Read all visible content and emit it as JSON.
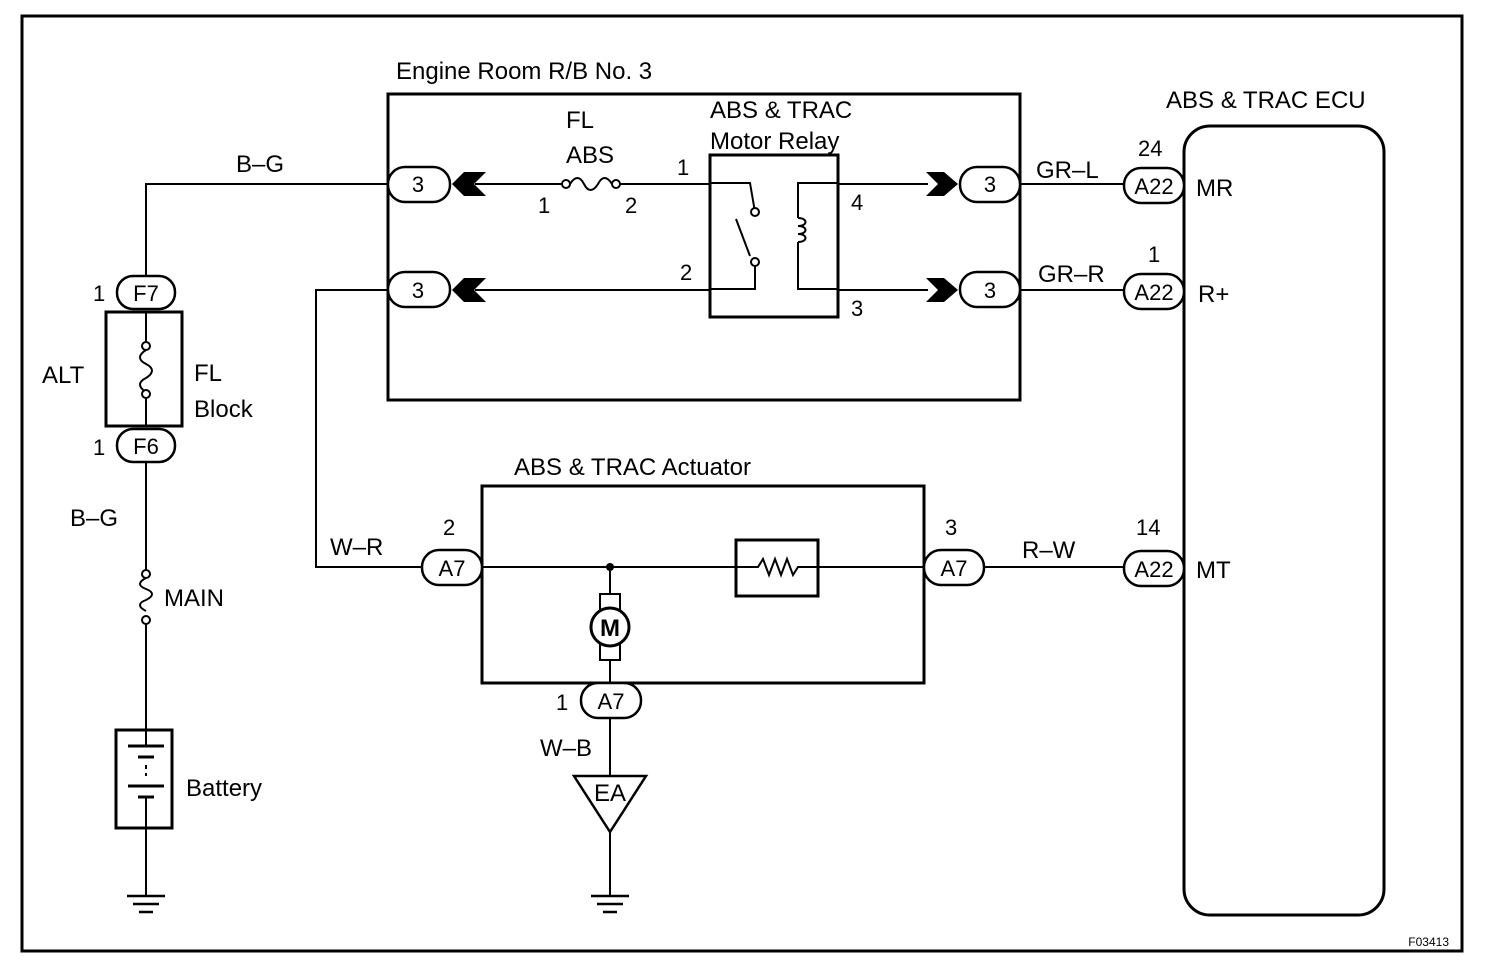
{
  "figure_code": "F03413",
  "components": {
    "relay_block": "Engine Room R/B No. 3",
    "fuse_fl_abs_line1": "FL",
    "fuse_fl_abs_line2": "ABS",
    "motor_relay_line1": "ABS & TRAC",
    "motor_relay_line2": "Motor Relay",
    "ecu": "ABS & TRAC ECU",
    "actuator": "ABS & TRAC Actuator",
    "alt": "ALT",
    "fl_block_line1": "FL",
    "fl_block_line2": "Block",
    "main_fuse": "MAIN",
    "battery": "Battery",
    "motor": "M",
    "ground_ea": "EA"
  },
  "wires": {
    "bg_top": "B–G",
    "bg_lower": "B–G",
    "gr_l": "GR–L",
    "gr_r": "GR–R",
    "w_r": "W–R",
    "r_w": "R–W",
    "w_b": "W–B"
  },
  "connectors": {
    "rb_left_top": "3",
    "rb_left_bottom": "3",
    "rb_right_top": "3",
    "rb_right_bottom": "3",
    "f7": "F7",
    "f6": "F6",
    "a22_mr": "A22",
    "a22_rplus": "A22",
    "a22_mt": "A22",
    "a7_left": "A7",
    "a7_right": "A7",
    "a7_bottom": "A7"
  },
  "pins": {
    "fuse_in": "1",
    "fuse_out": "2",
    "relay_1": "1",
    "relay_2": "2",
    "relay_3": "3",
    "relay_4": "4",
    "f7": "1",
    "f6": "1",
    "ecu_mr": "24",
    "ecu_rplus": "1",
    "ecu_mt": "14",
    "a7_left": "2",
    "a7_right": "3",
    "a7_bottom": "1"
  },
  "ecu_terminals": {
    "mr": "MR",
    "rplus": "R+",
    "mt": "MT"
  }
}
